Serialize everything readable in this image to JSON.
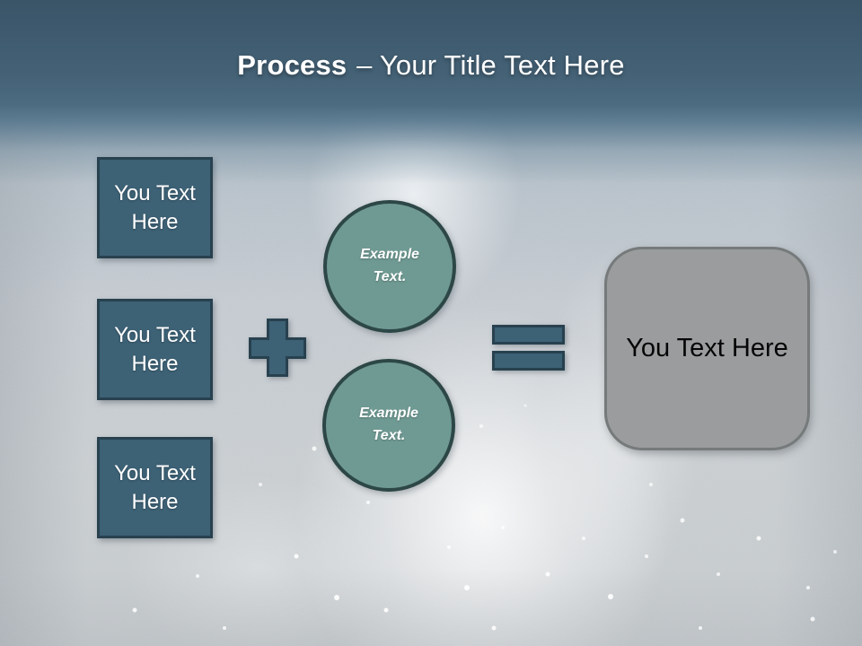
{
  "header": {
    "title_bold": "Process",
    "title_rest": "– Your Title Text Here"
  },
  "diagram": {
    "input_boxes": [
      {
        "label": "You Text Here"
      },
      {
        "label": "You Text Here"
      },
      {
        "label": "You Text Here"
      }
    ],
    "circles": [
      {
        "label": "Example Text."
      },
      {
        "label": "Example Text."
      }
    ],
    "result_box": {
      "label": "You Text Here"
    },
    "operators": {
      "plus": "plus-icon",
      "equals": "equals-icon"
    }
  },
  "colors": {
    "header_top": "#3a5468",
    "header_bottom": "#4c6b81",
    "shape_fill": "#3d6175",
    "shape_border": "#28414f",
    "circle_fill": "#6f9a93",
    "circle_border": "#2d4747",
    "result_fill": "#9a9c9d",
    "result_border": "#767a7b",
    "background_light": "#c2c9cf",
    "title_text": "#ffffff",
    "result_text": "#000000"
  }
}
